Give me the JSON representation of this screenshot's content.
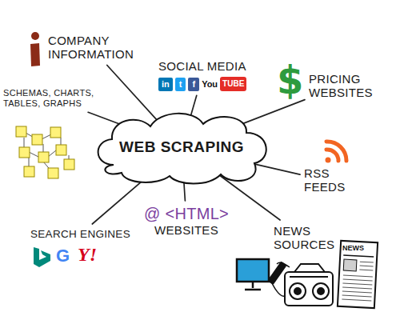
{
  "diagram": {
    "nodes": [
      {
        "text": [
          "COMPANY INFORMATION"
        ]
      },
      {
        "text": [
          "SOCIAL MEDIA"
        ]
      },
      {
        "text": [
          "PRICING WEBSITES"
        ]
      },
      {
        "text": [
          "SCHEMAS, CHARTS, TABLES, GRAPHS"
        ]
      },
      {
        "text": [
          "WEB SCRAPING"
        ]
      },
      {
        "text": [
          "RSS FEEDS"
        ]
      },
      {
        "text": [
          "SEARCH ENGINES"
        ]
      },
      {
        "text": [
          "@ <HTML>",
          "WEBSITES"
        ]
      },
      {
        "text": [
          "NEWS SOURCES"
        ]
      }
    ],
    "edges": [
      {
        "from": 4,
        "to": 0,
        "arrow": "none"
      },
      {
        "from": 4,
        "to": 1,
        "arrow": "none"
      },
      {
        "from": 4,
        "to": 2,
        "arrow": "none"
      },
      {
        "from": 4,
        "to": 3,
        "arrow": "none"
      },
      {
        "from": 4,
        "to": 5,
        "arrow": "none"
      },
      {
        "from": 4,
        "to": 6,
        "arrow": "none"
      },
      {
        "from": 4,
        "to": 7,
        "arrow": "none"
      },
      {
        "from": 4,
        "to": 8,
        "arrow": "none"
      }
    ],
    "labels": [
      "in",
      "t",
      "f",
      "You",
      "TUBE",
      "$",
      "G",
      "Y!",
      "NEWS"
    ]
  }
}
